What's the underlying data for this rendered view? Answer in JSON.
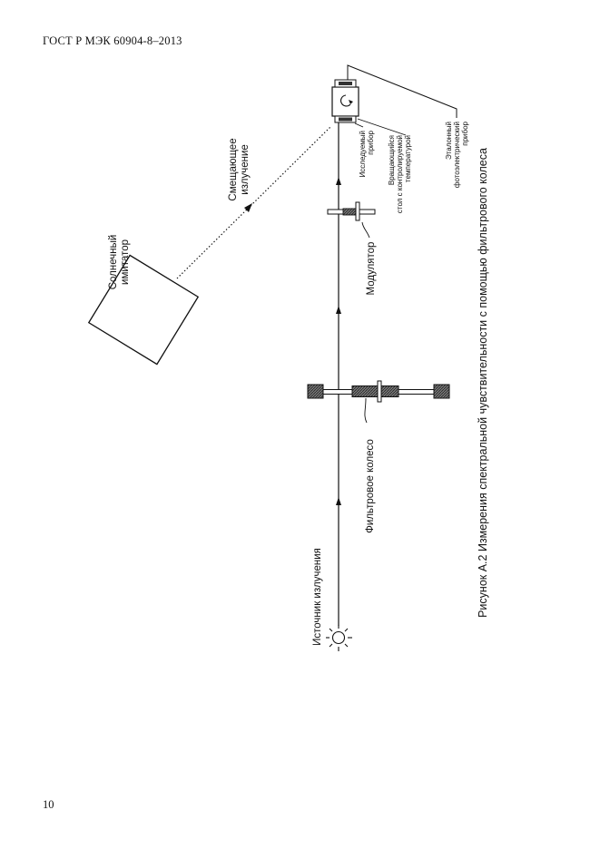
{
  "header": {
    "standard": "ГОСТ Р МЭК 60904-8–2013"
  },
  "footer": {
    "page_number": "10"
  },
  "figure": {
    "caption": "Рисунок А.2 Измерения спектральной чувствительности с помощью фильтрового колеса",
    "labels": {
      "solar_simulator_line1": "Солнечный",
      "solar_simulator_line2": "имитатор",
      "bias_light_line1": "Смещающее",
      "bias_light_line2": "излучение",
      "source": "Источник излучения",
      "filter_wheel": "Фильтровое колесо",
      "modulator": "Модулятор",
      "device_line1": "Исследуемый",
      "device_line2": "прибор",
      "table_line1": "Вращающийся",
      "table_line2": "стол с контролируемой",
      "table_line3": "температурой",
      "reference_line1": "Эталонный",
      "reference_line2": "фотоэлектрический",
      "reference_line3": "прибор"
    },
    "colors": {
      "ink": "#111111",
      "block_fill": "#555555",
      "hatch": "#333333"
    }
  }
}
